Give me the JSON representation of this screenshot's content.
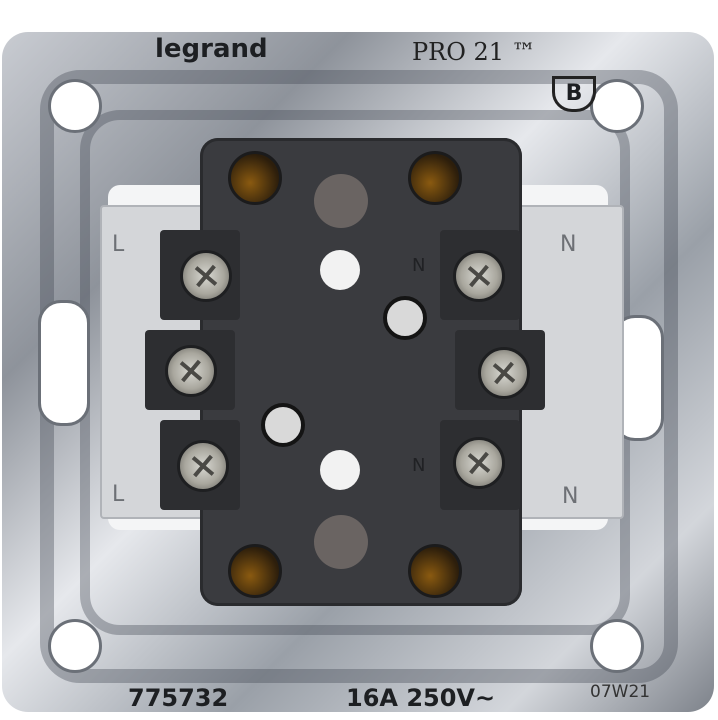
{
  "brand": {
    "logo_text": "legrand",
    "series": "PRO 21 ™",
    "certification_mark": "B"
  },
  "markings": {
    "product_code": "775732",
    "rating": "16A 250V~",
    "date_code": "07W21",
    "terminal_left": "L",
    "terminal_right": "N"
  },
  "colors": {
    "frame": "#b9bdc3",
    "body": "#3a3b3f",
    "terminal": "#d4d6d9",
    "contact_hole": "#8a5a10"
  }
}
